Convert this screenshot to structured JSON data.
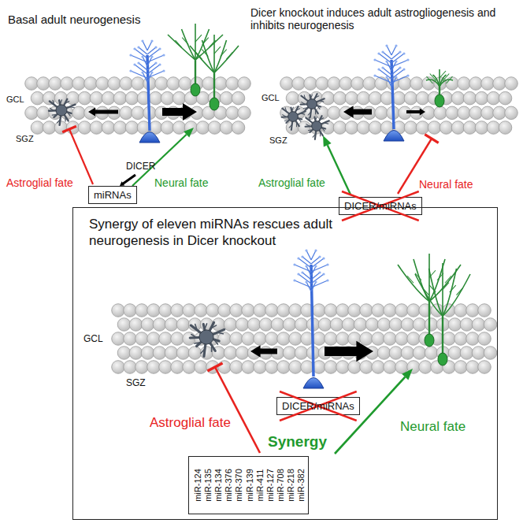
{
  "diagram": {
    "nodes": [
      {
        "text": [
          "miRNAs"
        ]
      },
      {
        "text": [
          "DICER/miRNAs"
        ]
      },
      {
        "text": [
          "Synergy of eleven miRNAs rescues adult neurogenesis in Dicer knockout"
        ]
      },
      {
        "text": [
          "DICER/miRNAs"
        ],
        "in": 2
      },
      {
        "text": [
          "miR-124",
          "miR-135",
          "miR-134",
          "miR-376",
          "miR-370",
          "miR-139",
          "miR-411",
          "miR-127",
          "miR-708",
          "miR-218",
          "miR-382"
        ],
        "in": 2
      }
    ],
    "labels": [
      "Basal adult neurogenesis",
      "GCL",
      "SGZ",
      "DICER",
      "Astroglial fate",
      "Neural fate",
      "Dicer knockout induces adult astrogliogenesis and inhibits neurogenesis",
      "GCL",
      "SGZ",
      "Astroglial fate",
      "Neural fate",
      "GCL",
      "SGZ",
      "Astroglial fate",
      "Neural fate",
      "Synergy"
    ]
  }
}
